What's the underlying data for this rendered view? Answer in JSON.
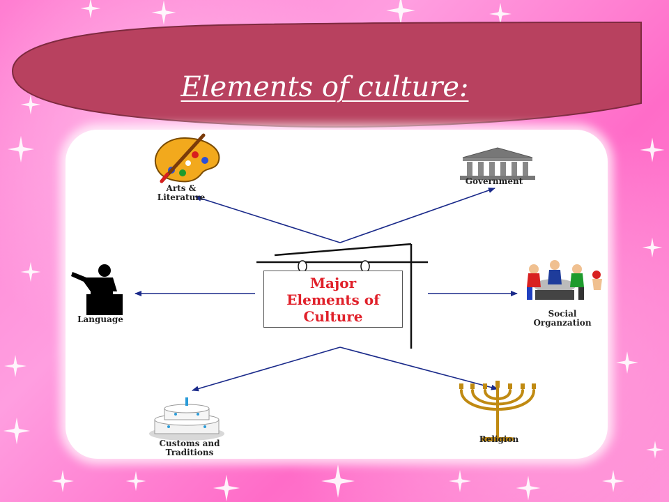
{
  "slide": {
    "title": "Elements of culture:",
    "colors": {
      "background": "#ff80d2",
      "banner_fill": "#b8415f",
      "banner_stroke": "#7e2a3f",
      "arrow_color": "#1a2a8a",
      "center_text": "#e0202a"
    }
  },
  "diagram": {
    "center_label": "Major\nElements of\nCulture",
    "elements": [
      {
        "id": "arts",
        "label": "Arts &\nLiterature",
        "icon": "paint-palette-icon"
      },
      {
        "id": "government",
        "label": "Government",
        "icon": "government-building-icon"
      },
      {
        "id": "language",
        "label": "Language",
        "icon": "speaker-silhouette-icon"
      },
      {
        "id": "social",
        "label": "Social\nOrganzation",
        "icon": "people-group-icon"
      },
      {
        "id": "customs",
        "label": "Customs and\nTraditions",
        "icon": "cake-icon"
      },
      {
        "id": "religion",
        "label": "Religion",
        "icon": "menorah-icon"
      }
    ]
  }
}
